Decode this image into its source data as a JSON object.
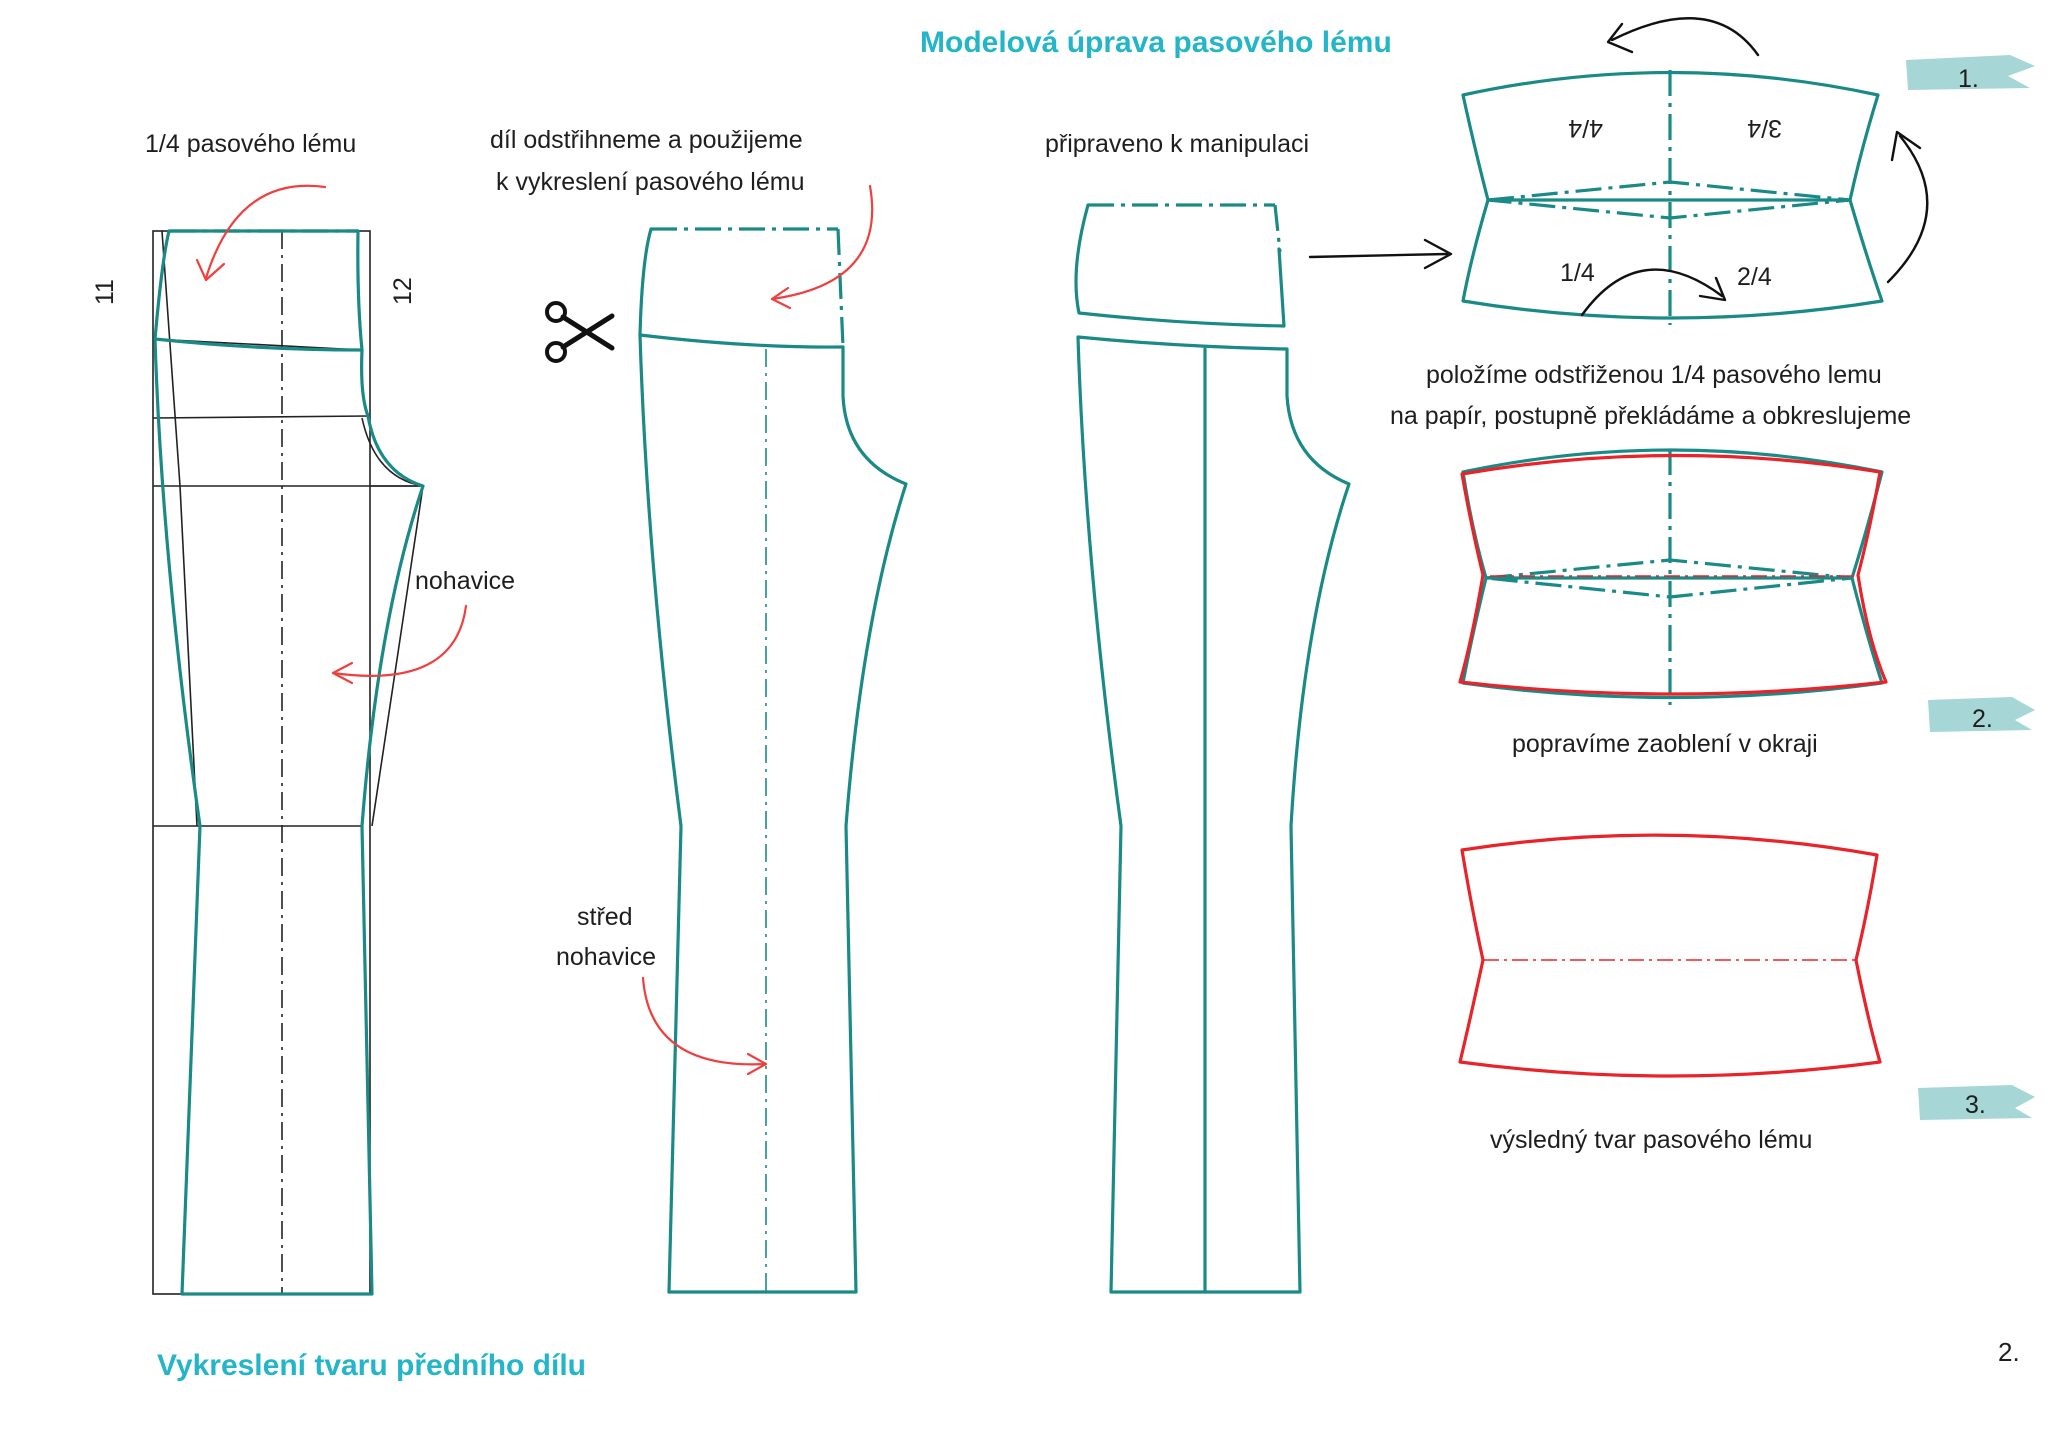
{
  "colors": {
    "pattern_line": "#1a8a87",
    "title_teal": "#25b5c8",
    "correction_red": "#e8232a",
    "step_badge": "#a6d6d6"
  },
  "titles": {
    "top_title": "Modelová úprava pasového lému",
    "bottom_title": "Vykreslení tvaru předního dílu"
  },
  "left_draft": {
    "label_quarter": "1/4 pasového lému",
    "measure_left": "11",
    "measure_right": "12",
    "label_leg": "nohavice"
  },
  "middle_piece": {
    "label_cut_line1": "díl odstřihneme a použijeme",
    "label_cut_line2": "k  vykreslení pasového lému",
    "scissors_icon": "scissors-icon",
    "label_center_line1": "střed",
    "label_center_line2": "nohavice"
  },
  "prepared_piece": {
    "label": "připraveno k manipulaci"
  },
  "steps": {
    "step1": {
      "number": "1.",
      "q1": "1/4",
      "q2": "2/4",
      "q3": "3/4",
      "q4": "4/4",
      "caption_line1": "položíme odstřiženou 1/4 pasového lemu",
      "caption_line2": "na papír, postupně překládáme a obkreslujeme"
    },
    "step2": {
      "number": "2.",
      "caption": "popravíme zaoblení v okraji"
    },
    "step3": {
      "number": "3.",
      "caption": "výsledný tvar pasového lému"
    }
  },
  "page_number": "2."
}
